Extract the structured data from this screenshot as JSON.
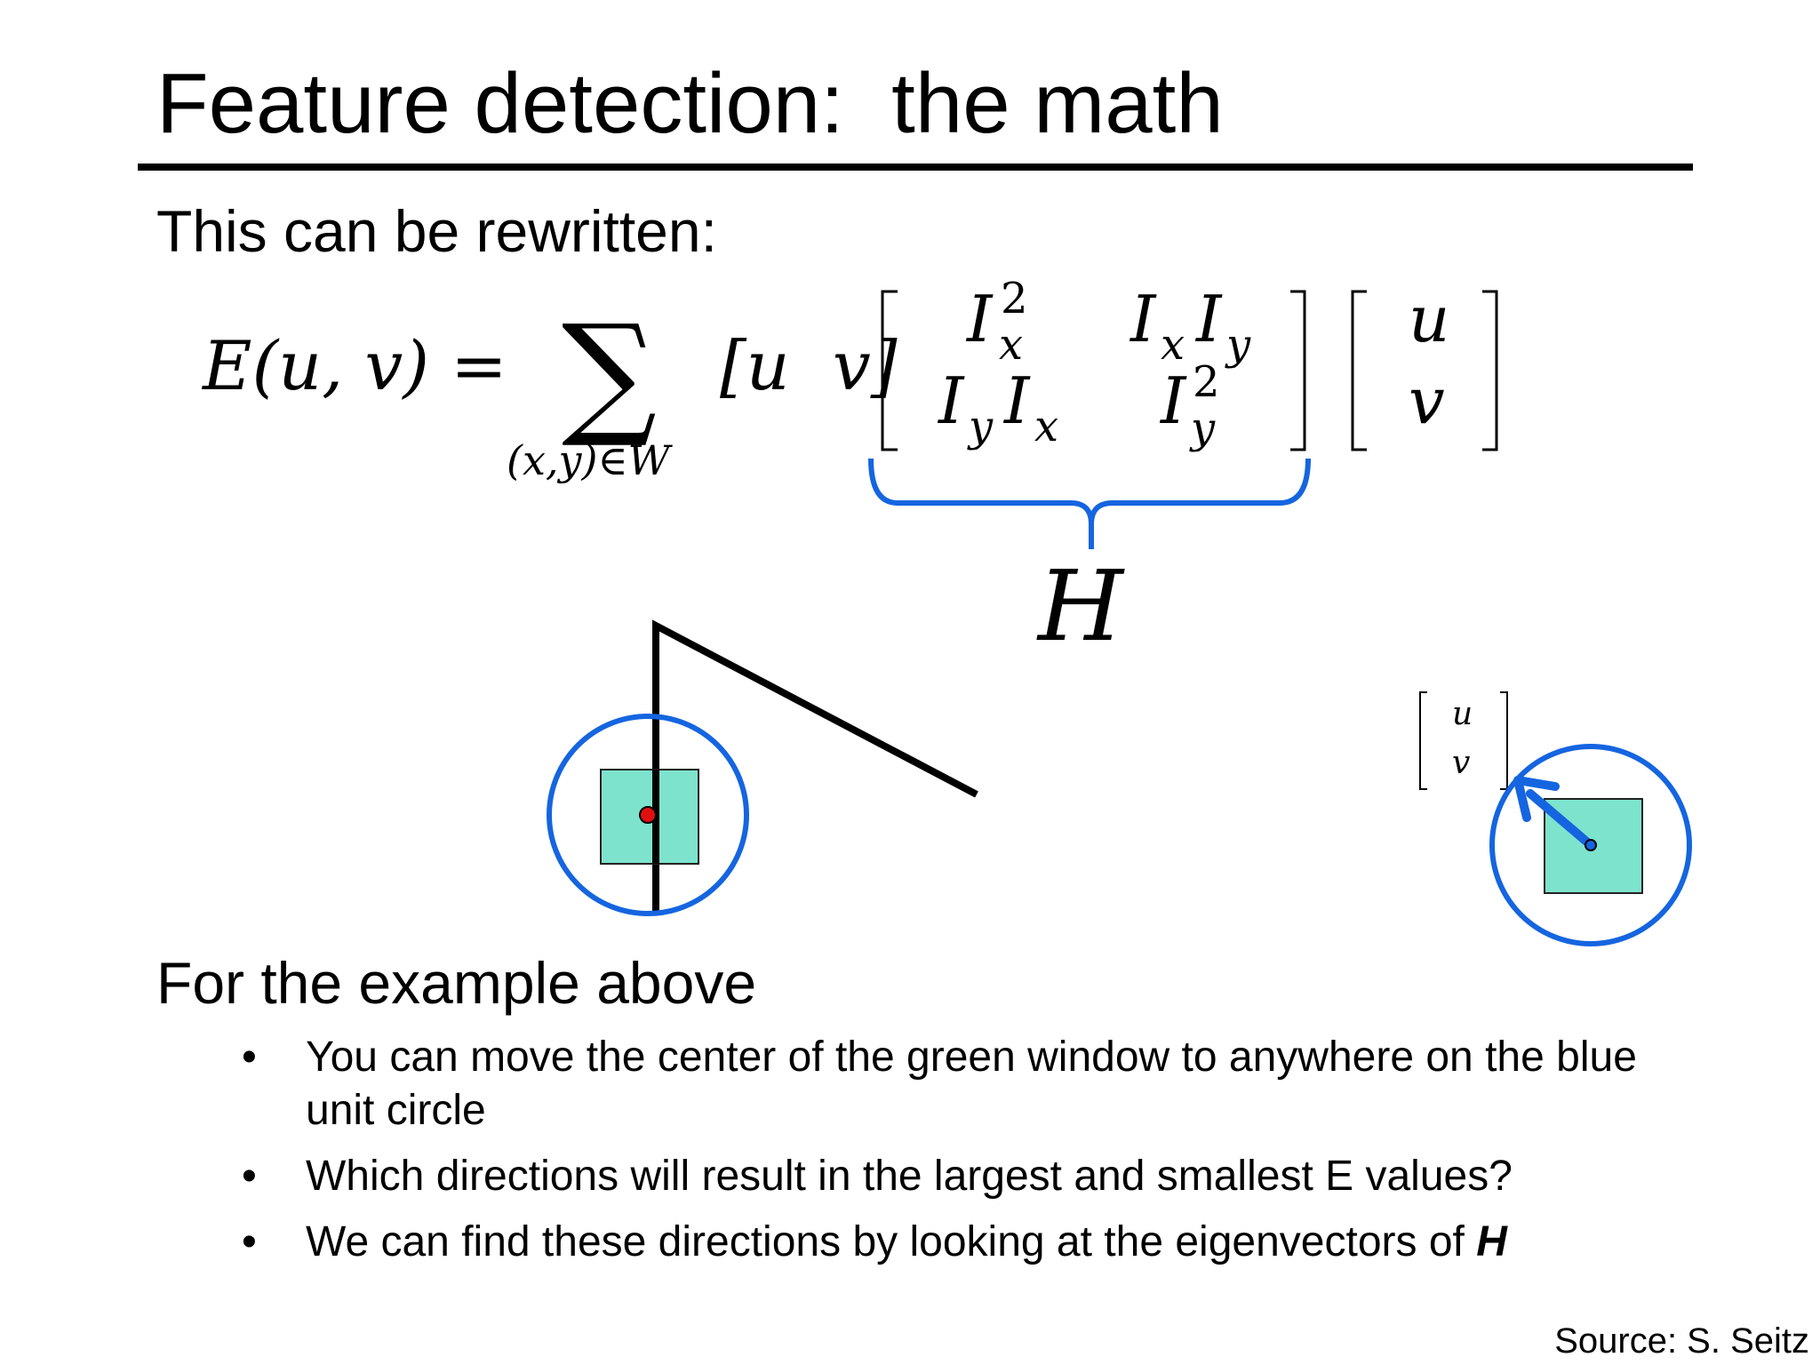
{
  "slide": {
    "title": "Feature detection:  the math",
    "subtitle": "This can be rewritten:",
    "equation": {
      "lhs": "E(u, v) =",
      "sum_symbol": "∑",
      "sum_subscript": "(x,y)∈W",
      "row_vector": "[u  v]",
      "matrix": {
        "m11_base": "I",
        "m11_sub": "x",
        "m11_sup": "2",
        "m12_a_base": "I",
        "m12_a_sub": "x",
        "m12_b_base": "I",
        "m12_b_sub": "y",
        "m21_a_base": "I",
        "m21_a_sub": "y",
        "m21_b_base": "I",
        "m21_b_sub": "x",
        "m22_base": "I",
        "m22_sub": "y",
        "m22_sup": "2"
      },
      "column_vector": [
        "u",
        "v"
      ],
      "brace_label": "H"
    },
    "diagram": {
      "small_vector": [
        "u",
        "v"
      ],
      "colors": {
        "circle": "#1565e0",
        "window_fill": "#7ee3cc",
        "center_point": "#e01010",
        "edge": "#000000"
      }
    },
    "section_heading": "For the example above",
    "bullets": [
      {
        "text": "You can move the center of the green window to anywhere on the blue unit circle"
      },
      {
        "text": "Which directions will result in the largest and smallest E values?"
      },
      {
        "text": "We can find these directions by looking at the eigenvectors of ",
        "emphasis": "H"
      }
    ],
    "source": "Source: S. Seitz"
  }
}
